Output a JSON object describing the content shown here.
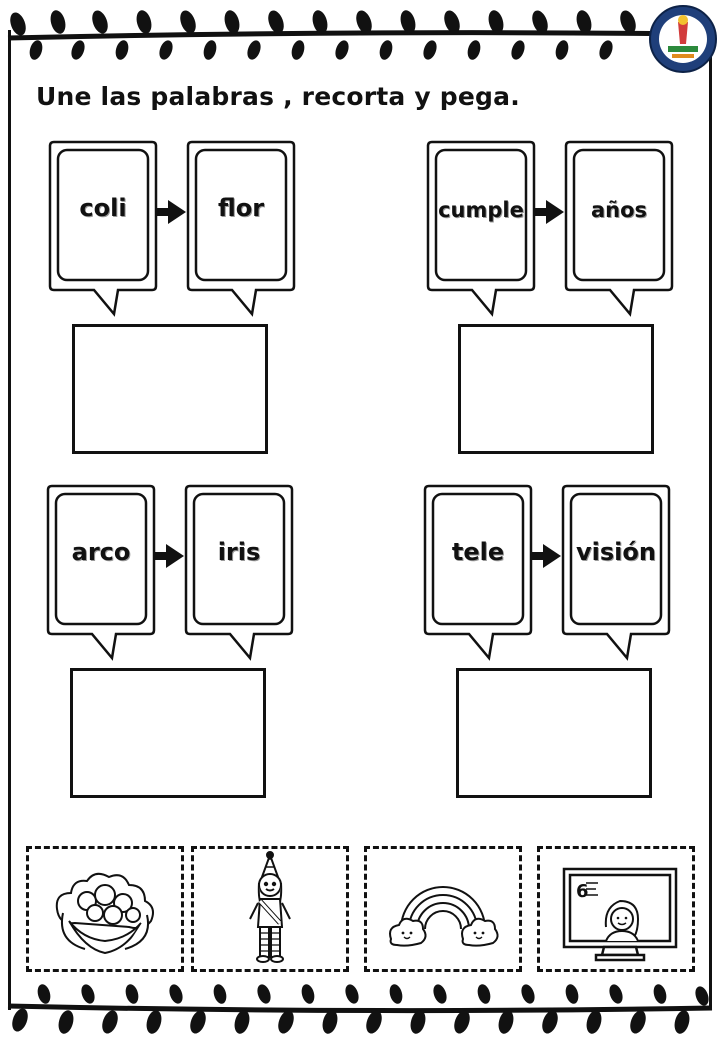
{
  "title": "Une las palabras , recorta y pega.",
  "pairs": [
    {
      "first": "coli",
      "second": "flor"
    },
    {
      "first": "cumple",
      "second": "años"
    },
    {
      "first": "arco",
      "second": "iris"
    },
    {
      "first": "tele",
      "second": "visión"
    }
  ],
  "cut_cards": [
    {
      "icon": "cauliflower-icon"
    },
    {
      "icon": "birthday-girl-icon"
    },
    {
      "icon": "rainbow-icon"
    },
    {
      "icon": "television-icon"
    }
  ],
  "tv_digit": "6"
}
